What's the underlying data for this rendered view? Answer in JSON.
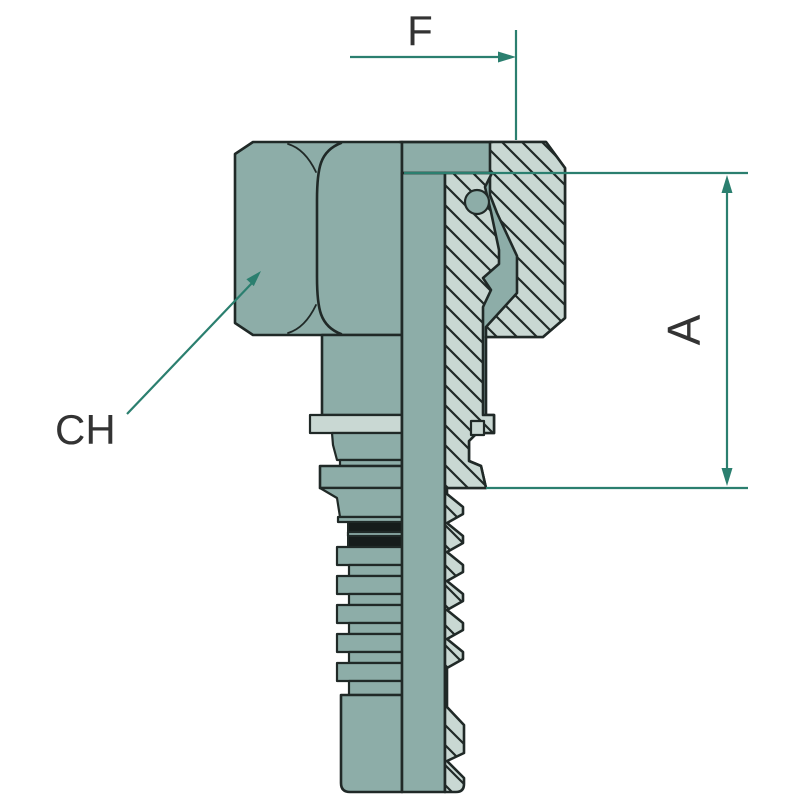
{
  "diagram": {
    "kind": "hydraulic-fitting-cross-section-drawing",
    "dimension_labels": {
      "f": "F",
      "a": "A",
      "ch": "CH"
    }
  },
  "colors": {
    "background": "#FFFFFF",
    "body_fill": "#8DADA8",
    "section_fill": "#C9D8D3",
    "outline": "#202927",
    "groove_dark": "#161C1B",
    "dimension_line": "#2B7F6F",
    "label_text": "#333333"
  }
}
